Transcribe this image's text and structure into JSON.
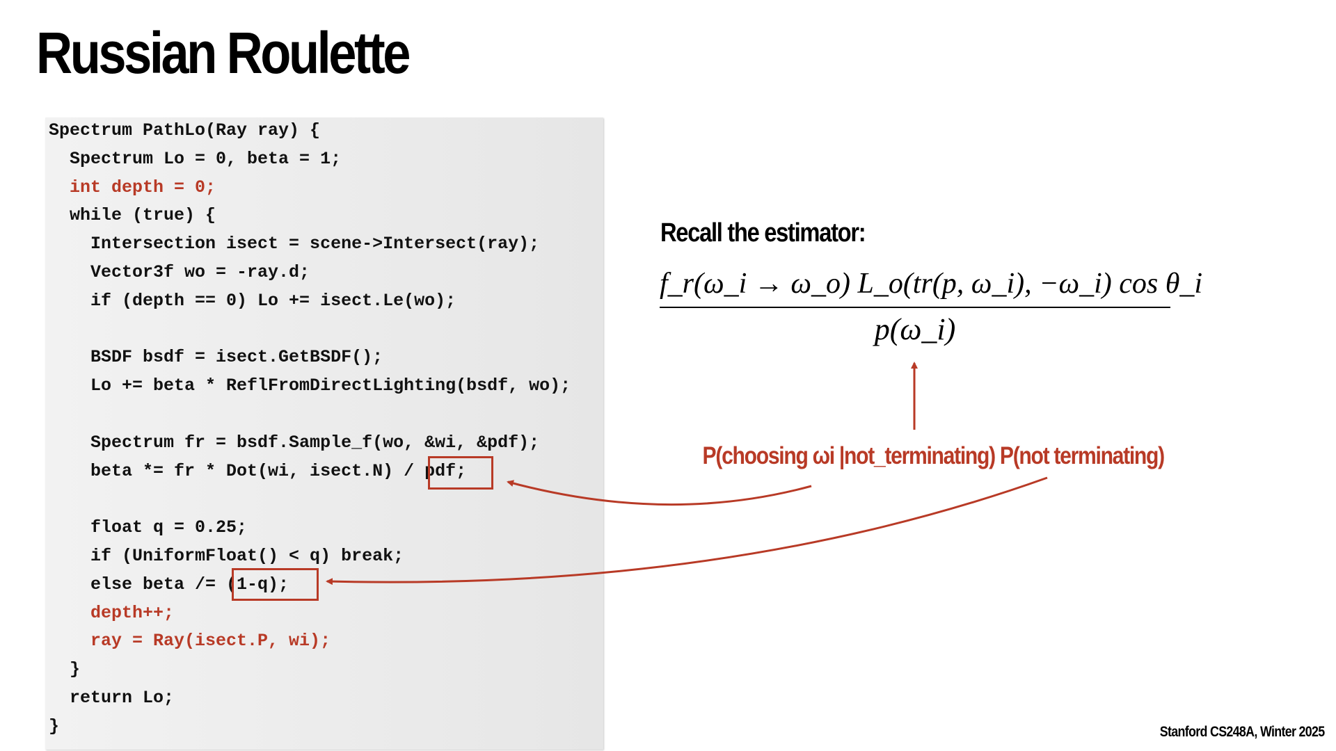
{
  "title": "Russian Roulette",
  "code": [
    {
      "text": "Spectrum PathLo(Ray ray) {",
      "highlight": false
    },
    {
      "text": "  Spectrum Lo = 0, beta = 1;",
      "highlight": false
    },
    {
      "text": "  int depth = 0;",
      "highlight": true
    },
    {
      "text": "  while (true) {",
      "highlight": false
    },
    {
      "text": "    Intersection isect = scene->Intersect(ray);",
      "highlight": false
    },
    {
      "text": "    Vector3f wo = -ray.d;",
      "highlight": false
    },
    {
      "text": "    if (depth == 0) Lo += isect.Le(wo);",
      "highlight": false
    },
    {
      "text": "",
      "highlight": false
    },
    {
      "text": "    BSDF bsdf = isect.GetBSDF();",
      "highlight": false
    },
    {
      "text": "    Lo += beta * ReflFromDirectLighting(bsdf, wo);",
      "highlight": false
    },
    {
      "text": "",
      "highlight": false
    },
    {
      "text": "    Spectrum fr = bsdf.Sample_f(wo, &wi, &pdf);",
      "highlight": false
    },
    {
      "text": "    beta *= fr * Dot(wi, isect.N) / pdf;",
      "highlight": false
    },
    {
      "text": "",
      "highlight": false
    },
    {
      "text": "    float q = 0.25;",
      "highlight": false
    },
    {
      "text": "    if (UniformFloat() < q) break;",
      "highlight": false
    },
    {
      "text": "    else beta /= (1-q);",
      "highlight": false
    },
    {
      "text": "    depth++;",
      "highlight": true
    },
    {
      "text": "    ray = Ray(isect.P, wi);",
      "highlight": true
    },
    {
      "text": "  }",
      "highlight": false
    },
    {
      "text": "  return Lo;",
      "highlight": false
    },
    {
      "text": "}",
      "highlight": false
    }
  ],
  "recall_heading": "Recall the estimator:",
  "formula": {
    "numerator": "f_r(ω_i → ω_o) L_o(tr(p, ω_i), −ω_i) cos θ_i",
    "denominator": "p(ω_i)"
  },
  "probability_label": "P(choosing ωi |not_terminating) P(not terminating)",
  "footer": "Stanford CS248A, Winter 2025",
  "colors": {
    "accent": "#b83a26"
  }
}
